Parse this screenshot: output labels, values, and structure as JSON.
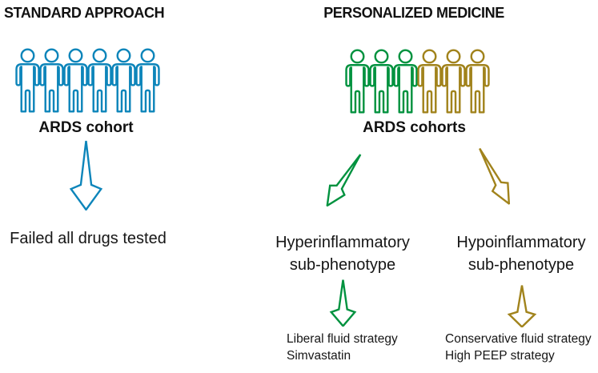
{
  "diagram": {
    "colors": {
      "blue": "#0d85ba",
      "green": "#00923f",
      "olive": "#a1831c",
      "text": "#161616"
    },
    "standard": {
      "title": "STANDARD APPROACH",
      "cohort_label": "ARDS cohort",
      "outcome": "Failed all drugs tested",
      "people": [
        {
          "color": "#0d85ba",
          "count": 6
        }
      ],
      "arrow": "down-arrow-icon"
    },
    "personalized": {
      "title": "PERSONALIZED MEDICINE",
      "cohort_label": "ARDS cohorts",
      "people": [
        {
          "color": "#00923f",
          "count": 3
        },
        {
          "color": "#a1831c",
          "count": 3
        }
      ],
      "branches": [
        {
          "id": "hyperinflammatory",
          "color": "#00923f",
          "label_line1": "Hyperinflammatory",
          "label_line2": "sub-phenotype",
          "treatment_line1": "Liberal fluid strategy",
          "treatment_line2": "Simvastatin"
        },
        {
          "id": "hypoinflammatory",
          "color": "#a1831c",
          "label_line1": "Hypoinflammatory",
          "label_line2": "sub-phenotype",
          "treatment_line1": "Conservative fluid strategy",
          "treatment_line2": "High PEEP strategy"
        }
      ]
    }
  }
}
